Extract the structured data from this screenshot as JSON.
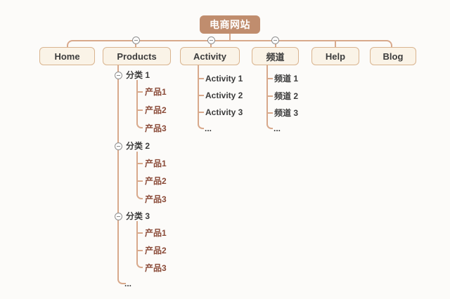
{
  "diagram": {
    "root": {
      "label": "电商网站"
    },
    "level1": [
      {
        "label": "Home"
      },
      {
        "label": "Products"
      },
      {
        "label": "Activity"
      },
      {
        "label": "频道"
      },
      {
        "label": "Help"
      },
      {
        "label": "Blog"
      }
    ],
    "products": {
      "categories": [
        {
          "label": "分类 1",
          "items": [
            "产品1",
            "产品2",
            "产品3"
          ]
        },
        {
          "label": "分类 2",
          "items": [
            "产品1",
            "产品2",
            "产品3"
          ]
        },
        {
          "label": "分类 3",
          "items": [
            "产品1",
            "产品2",
            "产品3"
          ]
        }
      ],
      "more": "..."
    },
    "activity": {
      "items": [
        "Activity 1",
        "Activity 2",
        "Activity 3"
      ],
      "more": "..."
    },
    "channel": {
      "items": [
        "频道 1",
        "频道 2",
        "频道 3"
      ],
      "more": "..."
    }
  },
  "icons": {
    "collapse": "minus-circle"
  },
  "colors": {
    "bg": "#fcfbf9",
    "line": "#d8a98c",
    "root_fill": "#c08d6e",
    "root_text": "#ffffff",
    "node_fill": "#faf3e7",
    "node_border": "#d9b48f",
    "text_dark": "#3c3c3c",
    "text_product": "#8a4a38",
    "collapse": "#8f8f8f"
  }
}
